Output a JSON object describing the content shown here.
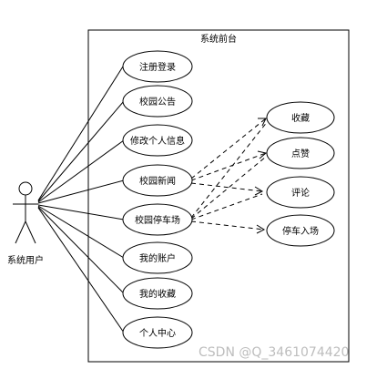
{
  "system": {
    "title": "系统前台"
  },
  "actor": {
    "name": "系统用户"
  },
  "use_cases": [
    "注册登录",
    "校园公告",
    "修改个人信息",
    "校园新闻",
    "校园停车场",
    "我的账户",
    "我的收藏",
    "个人中心"
  ],
  "extensions": [
    "收藏",
    "点赞",
    "评论",
    "停车入场"
  ],
  "relations": {
    "校园新闻": [
      "收藏",
      "点赞",
      "评论"
    ],
    "校园停车场": [
      "收藏",
      "点赞",
      "评论",
      "停车入场"
    ]
  },
  "watermark": "CSDN @Q_3461074420"
}
